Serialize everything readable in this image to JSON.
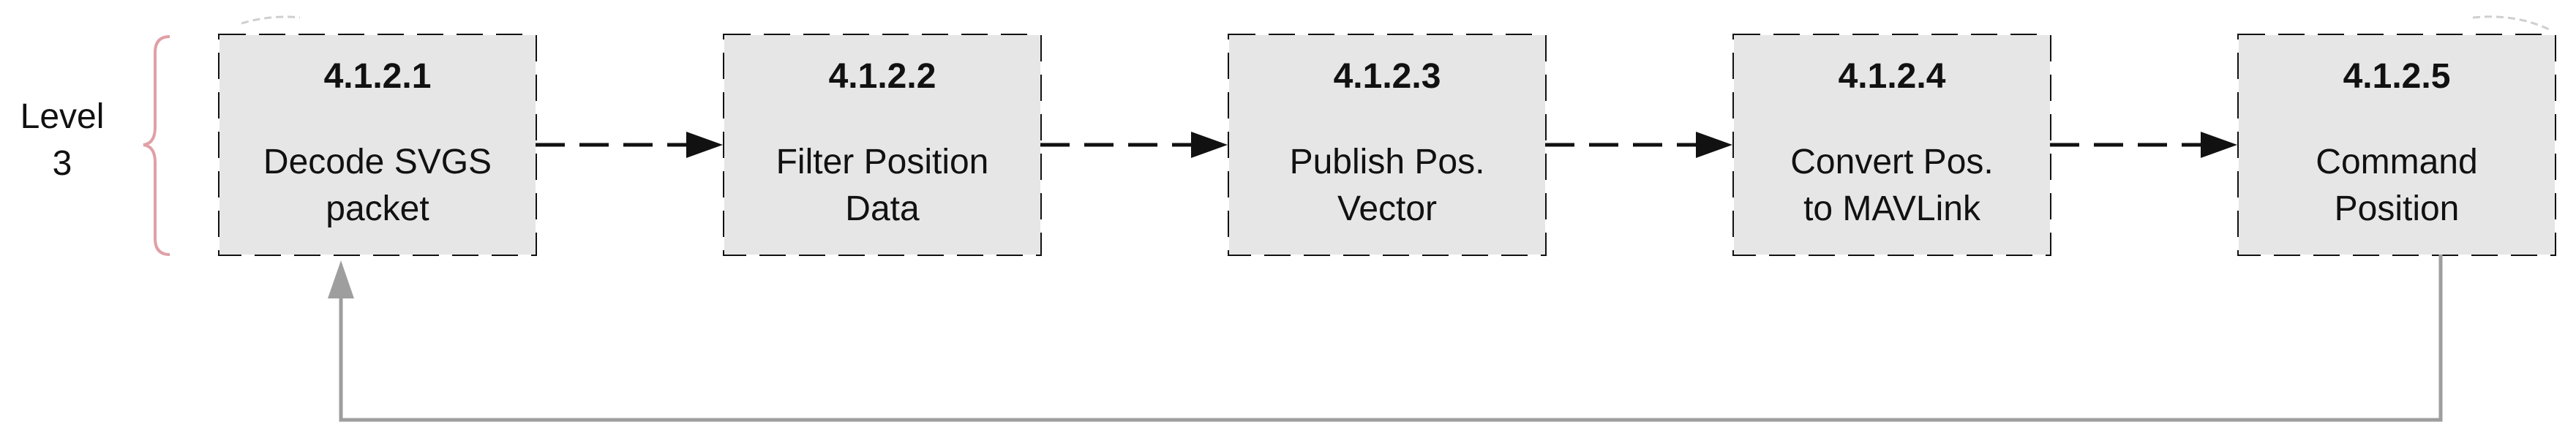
{
  "level": {
    "line1": "Level",
    "line2": "3"
  },
  "boxes": [
    {
      "id": "4.1.2.1",
      "label_line1": "Decode SVGS",
      "label_line2": "packet"
    },
    {
      "id": "4.1.2.2",
      "label_line1": "Filter Position",
      "label_line2": "Data"
    },
    {
      "id": "4.1.2.3",
      "label_line1": "Publish Pos.",
      "label_line2": "Vector"
    },
    {
      "id": "4.1.2.4",
      "label_line1": "Convert Pos.",
      "label_line2": "to MAVLink"
    },
    {
      "id": "4.1.2.5",
      "label_line1": "Command",
      "label_line2": "Position"
    }
  ],
  "colors": {
    "box_fill": "#e6e6e6",
    "border": "#111111",
    "brace": "#e0a0a6",
    "feedback_arrow": "#9e9e9e"
  }
}
